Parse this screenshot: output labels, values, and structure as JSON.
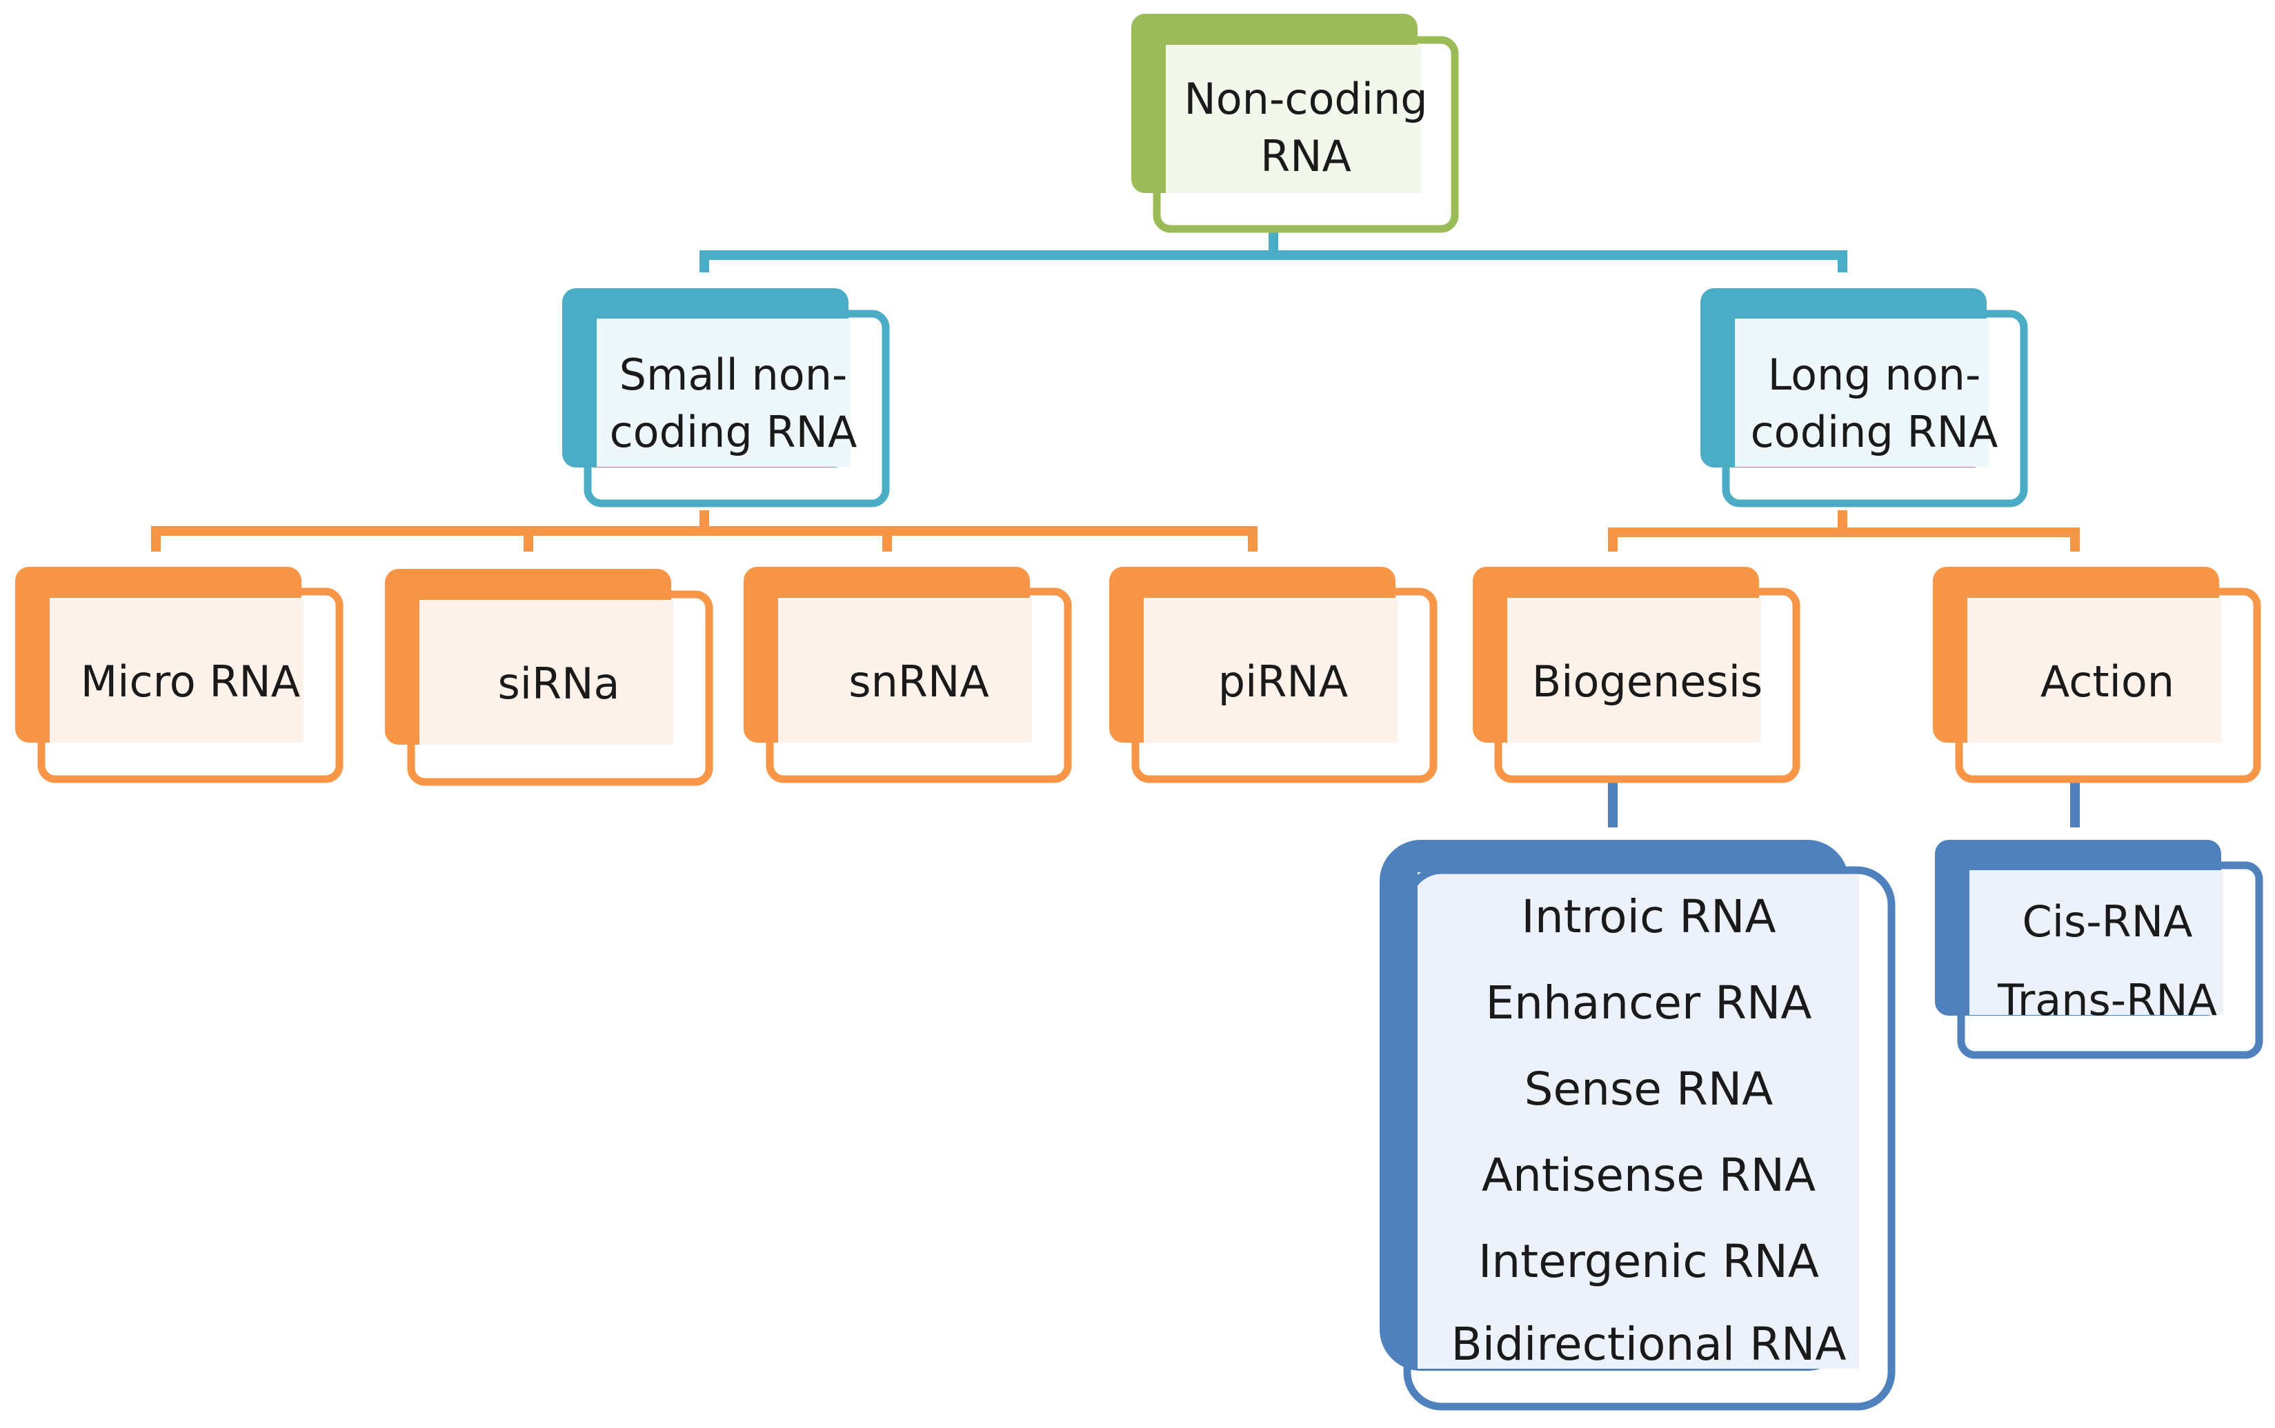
{
  "colors": {
    "green": "#9bbb59",
    "teal": "#4bacc6",
    "orange": "#f79646",
    "blue": "#4f81bd",
    "green_fill": "#f3f8ec",
    "teal_fill": "#eef8fb",
    "orange_fill": "#fef3ea",
    "blue_fill": "#edf2fa"
  },
  "diagram": {
    "root": {
      "lines": [
        "Non-coding",
        "RNA"
      ]
    },
    "small": {
      "lines": [
        "Small non-",
        "coding RNA"
      ],
      "types": [
        {
          "label": "Micro RNA"
        },
        {
          "label": "siRNa"
        },
        {
          "label": "snRNA"
        },
        {
          "label": "piRNA"
        }
      ]
    },
    "long": {
      "lines": [
        "Long non-",
        "coding RNA"
      ],
      "biogenesis": {
        "label": "Biogenesis",
        "items": [
          "Introic RNA",
          "Enhancer RNA",
          "Sense RNA",
          "Antisense RNA",
          "Intergenic RNA",
          "Bidirectional RNA"
        ]
      },
      "action": {
        "label": "Action",
        "items": [
          "Cis-RNA",
          "Trans-RNA"
        ]
      }
    }
  }
}
